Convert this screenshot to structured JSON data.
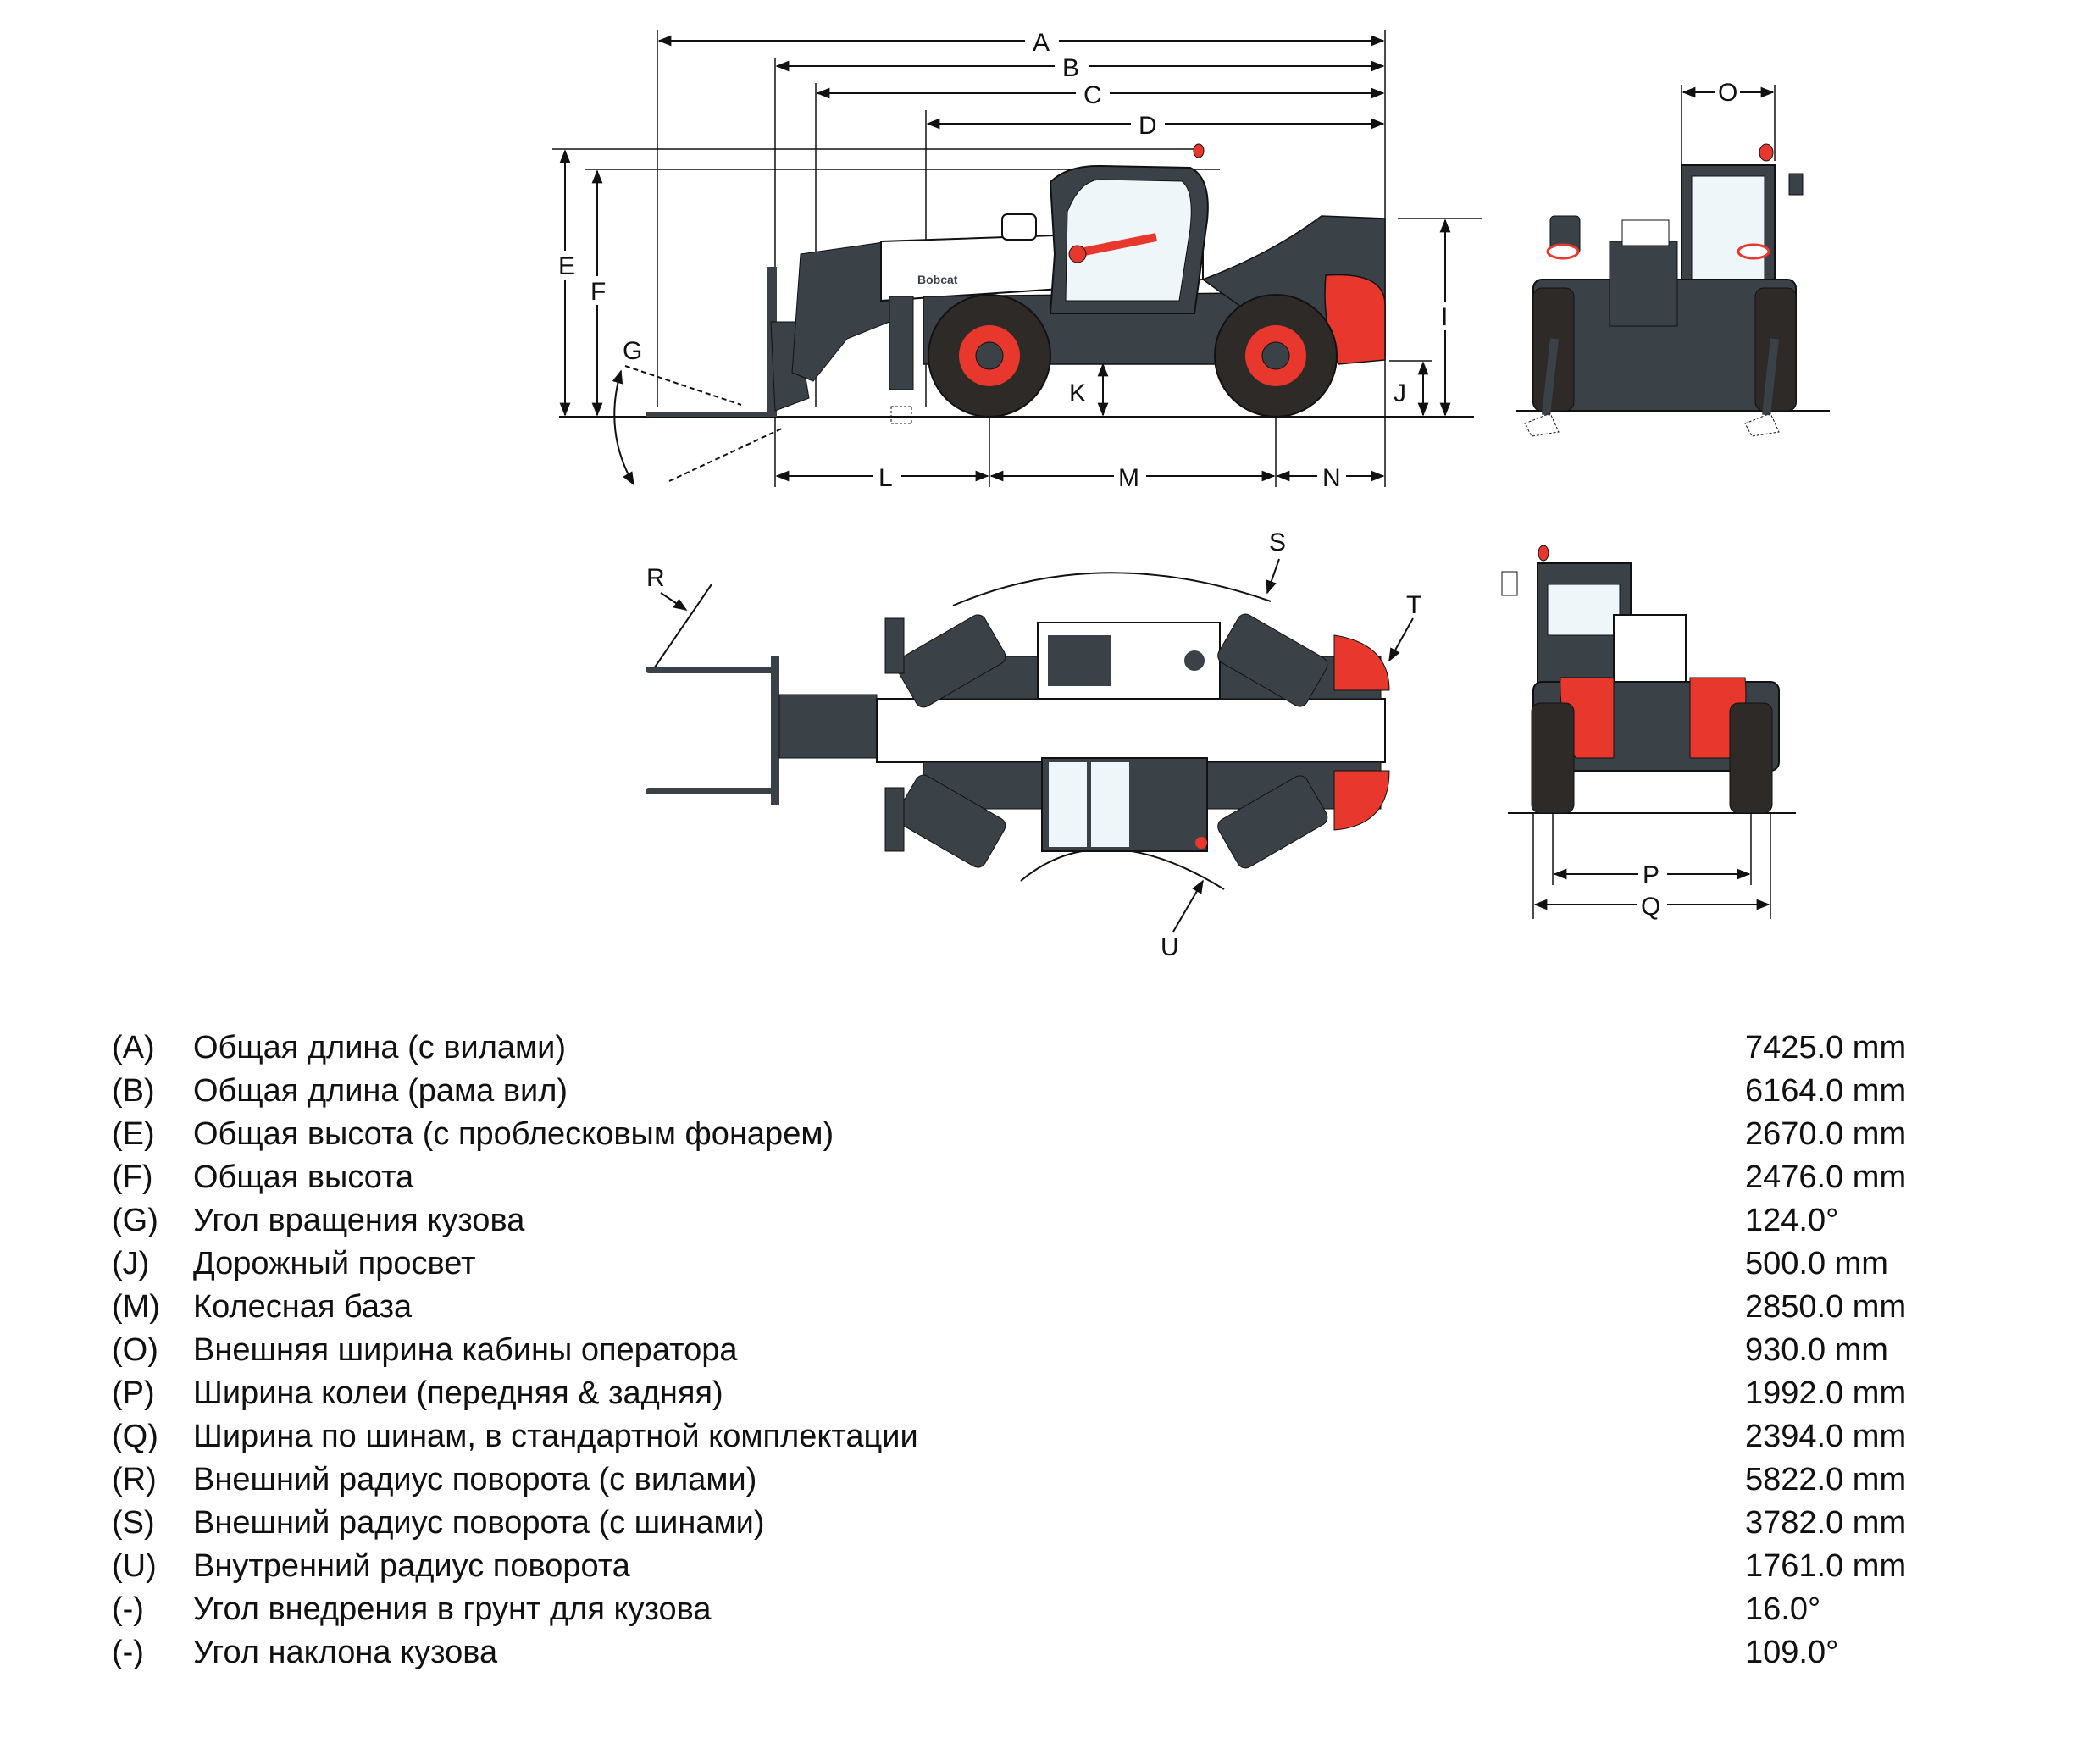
{
  "colors": {
    "body_dark": "#3a4248",
    "accent_red": "#e8372c",
    "tire": "#2e2a28",
    "glass": "#eef6fa",
    "boom_white": "#ffffff",
    "line": "#111111"
  },
  "diagram": {
    "side_view": {
      "dimension_labels": {
        "A": "A",
        "B": "B",
        "C": "C",
        "D": "D",
        "E": "E",
        "F": "F",
        "G": "G",
        "I": "I",
        "J": "J",
        "K": "K",
        "L": "L",
        "M": "M",
        "N": "N"
      },
      "brand_text": "Bobcat"
    },
    "front_view": {
      "dimension_labels": {
        "O": "O"
      }
    },
    "top_view": {
      "dimension_labels": {
        "R": "R",
        "S": "S",
        "T": "T",
        "U": "U"
      }
    },
    "rear_view": {
      "dimension_labels": {
        "P": "P",
        "Q": "Q"
      }
    }
  },
  "specs": [
    {
      "code": "(A)",
      "label": "Общая длина (с вилами)",
      "value": "7425.0 mm"
    },
    {
      "code": "(B)",
      "label": "Общая длина (рама вил)",
      "value": "6164.0 mm"
    },
    {
      "code": "(E)",
      "label": "Общая высота (с проблесковым фонарем)",
      "value": "2670.0 mm"
    },
    {
      "code": "(F)",
      "label": "Общая высота",
      "value": "2476.0 mm"
    },
    {
      "code": "(G)",
      "label": "Угол вращения кузова",
      "value": "124.0°"
    },
    {
      "code": "(J)",
      "label": "Дорожный просвет",
      "value": "500.0 mm"
    },
    {
      "code": "(M)",
      "label": "Колесная база",
      "value": "2850.0 mm"
    },
    {
      "code": "(O)",
      "label": "Внешняя ширина кабины оператора",
      "value": "930.0 mm"
    },
    {
      "code": "(P)",
      "label": "Ширина колеи (передняя & задняя)",
      "value": "1992.0 mm"
    },
    {
      "code": "(Q)",
      "label": "Ширина по шинам, в стандартной комплектации",
      "value": "2394.0 mm"
    },
    {
      "code": "(R)",
      "label": "Внешний радиус поворота (с вилами)",
      "value": "5822.0 mm"
    },
    {
      "code": "(S)",
      "label": "Внешний радиус поворота (с шинами)",
      "value": "3782.0 mm"
    },
    {
      "code": "(U)",
      "label": "Внутренний радиус поворота",
      "value": "1761.0 mm"
    },
    {
      "code": "(-)",
      "label": "Угол внедрения в грунт для кузова",
      "value": "16.0°"
    },
    {
      "code": "(-)",
      "label": "Угол наклона кузова",
      "value": "109.0°"
    }
  ]
}
